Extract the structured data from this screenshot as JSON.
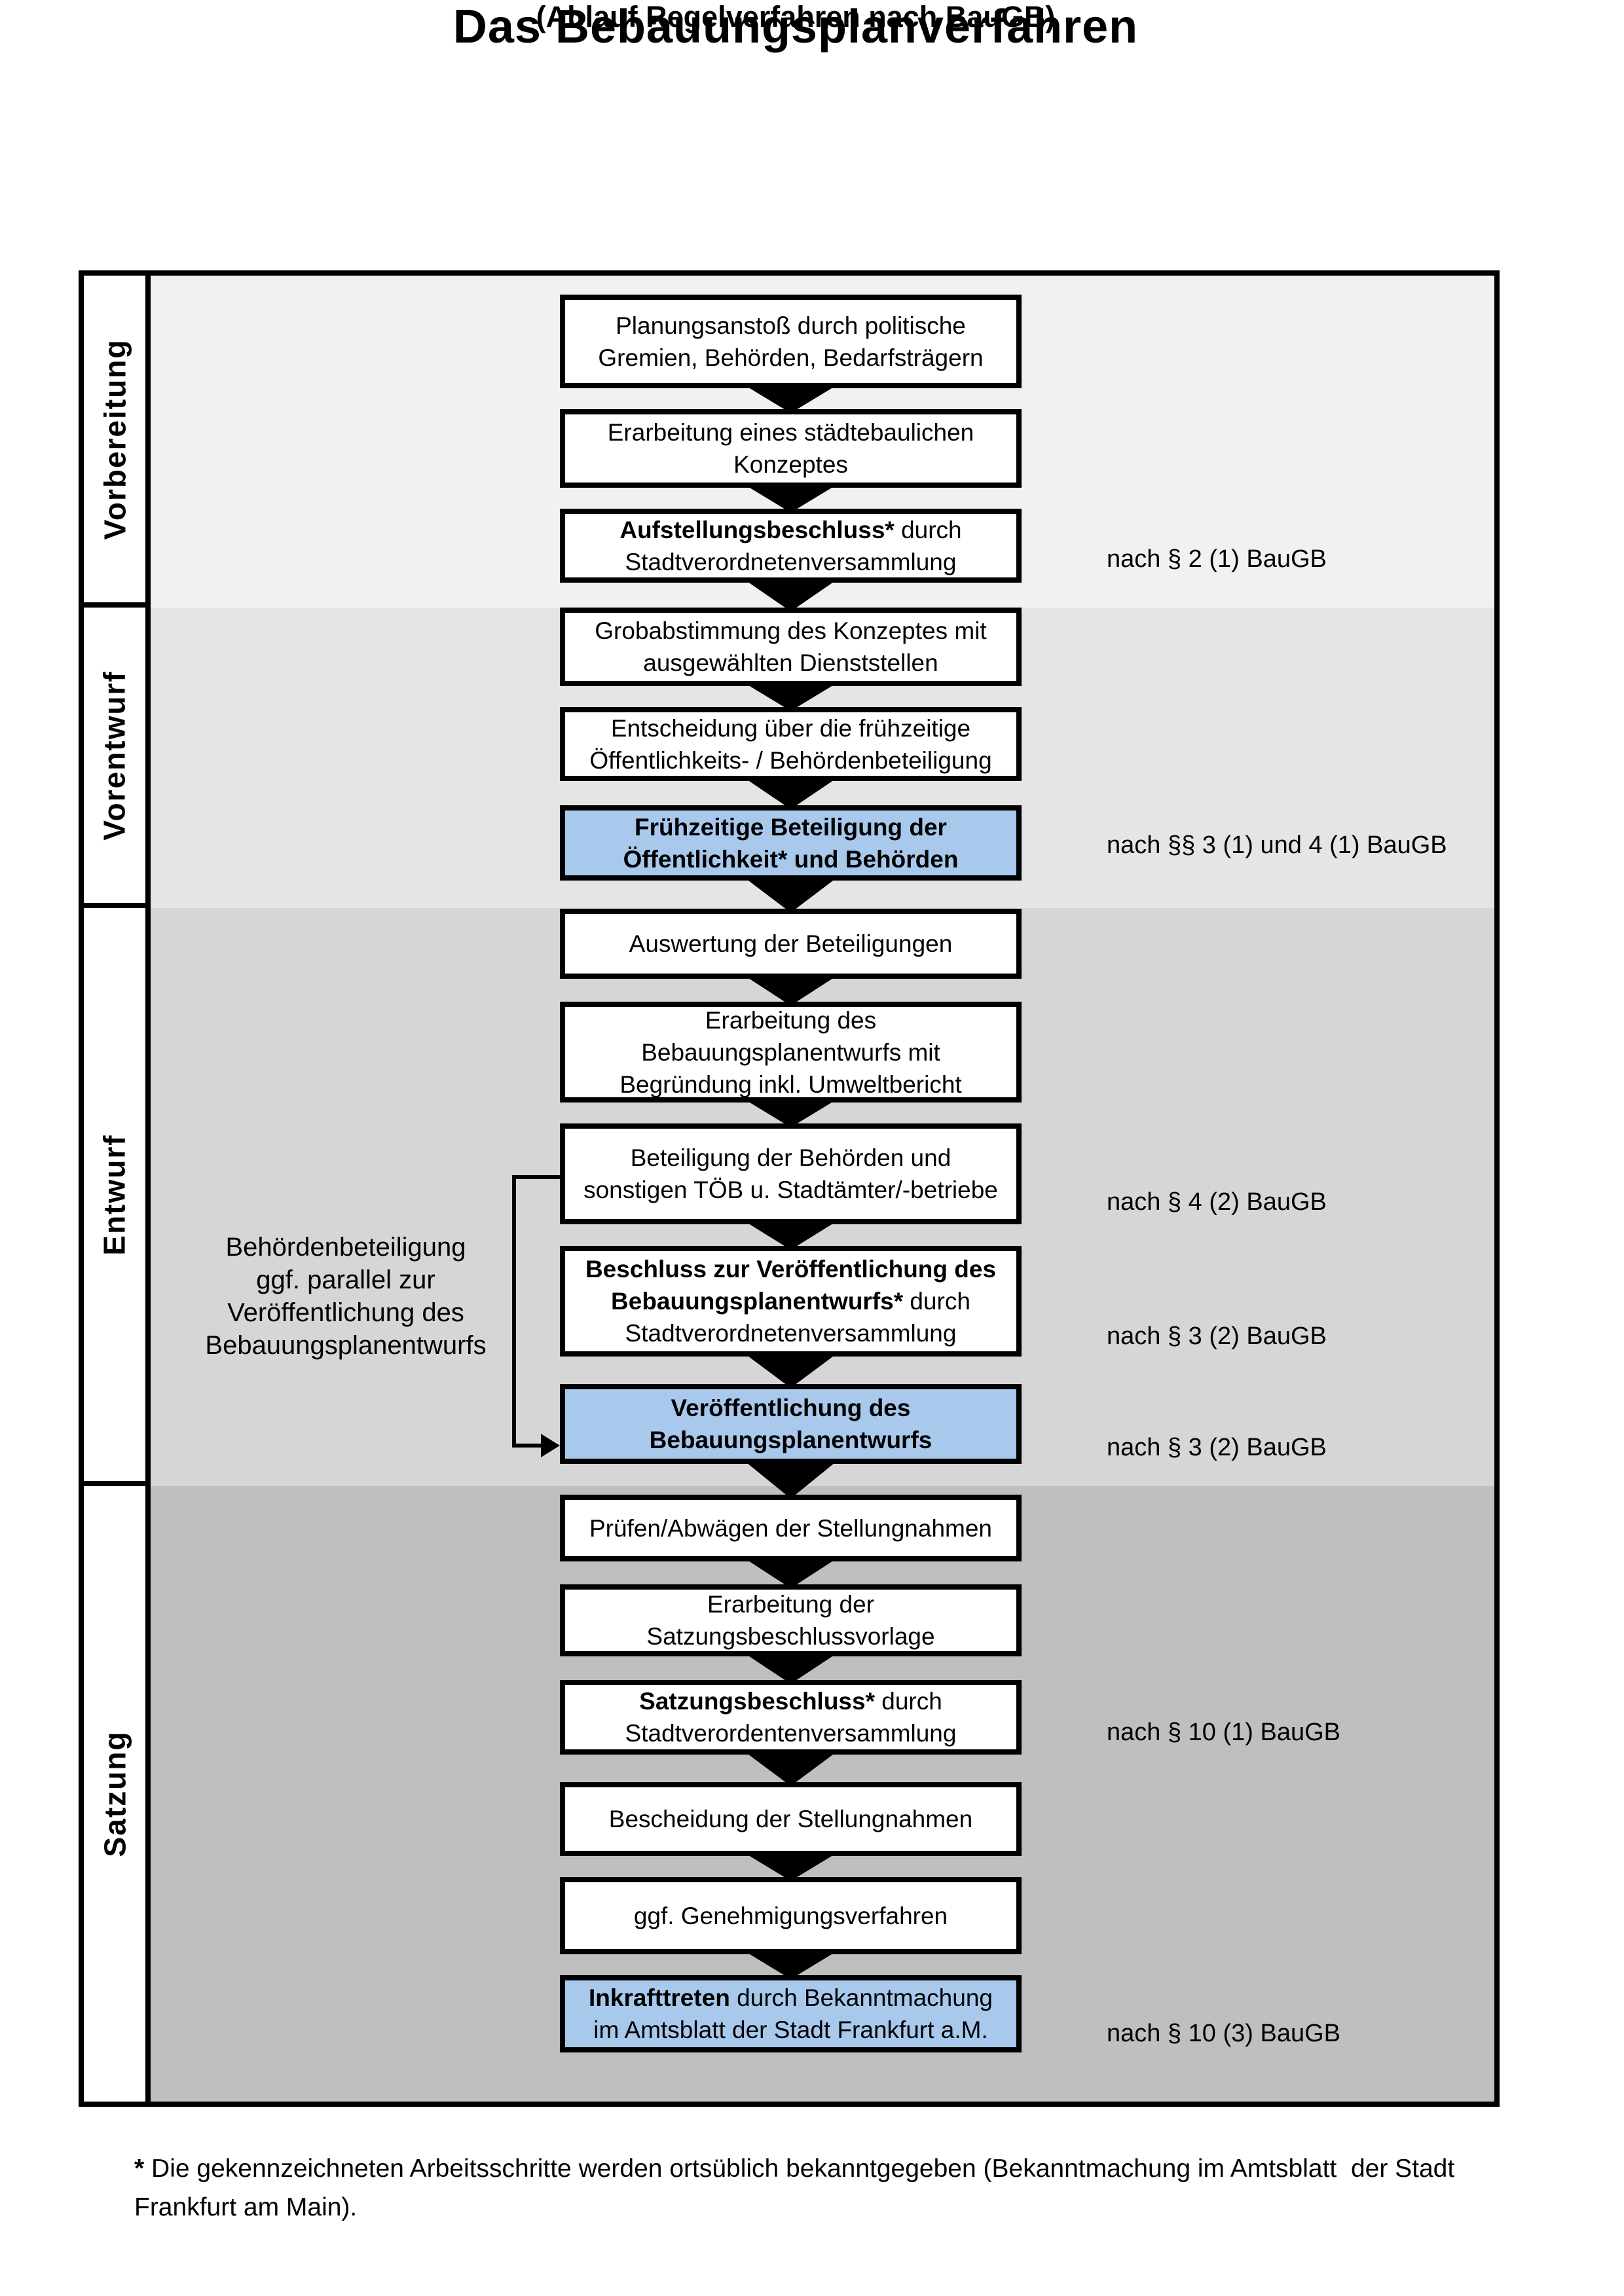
{
  "page": {
    "title": "Das Bebauungsplanverfahren",
    "subtitle": "(Ablauf Regelverfahren nach BauGB)"
  },
  "colors": {
    "highlight_blue": "#a8c8ec",
    "box_border": "#000000",
    "phase_backgrounds": [
      "#f1f1f1",
      "#e5e5e5",
      "#d6d6d6",
      "#bfbfbf"
    ]
  },
  "phases": [
    {
      "label": "Vorbereitung"
    },
    {
      "label": "Vorentwurf"
    },
    {
      "label": "Entwurf"
    },
    {
      "label": "Satzung"
    }
  ],
  "flow_boxes": [
    {
      "id": "planungsanstoss",
      "highlight": false,
      "lines": [
        [
          {
            "text": "Planungsanstoß durch politische",
            "bold": false
          }
        ],
        [
          {
            "text": "Gremien, Behörden, Bedarfsträgern",
            "bold": false
          }
        ]
      ]
    },
    {
      "id": "staedtebauliches-konzept",
      "highlight": false,
      "lines": [
        [
          {
            "text": "Erarbeitung eines städtebaulichen",
            "bold": false
          }
        ],
        [
          {
            "text": "Konzeptes",
            "bold": false
          }
        ]
      ]
    },
    {
      "id": "aufstellungsbeschluss",
      "highlight": false,
      "lines": [
        [
          {
            "text": "Aufstellungsbeschluss*",
            "bold": true
          },
          {
            "text": " durch",
            "bold": false
          }
        ],
        [
          {
            "text": "Stadtverordnetenversammlung",
            "bold": false
          }
        ]
      ]
    },
    {
      "id": "grobabstimmung",
      "highlight": false,
      "lines": [
        [
          {
            "text": "Grobabstimmung des Konzeptes mit",
            "bold": false
          }
        ],
        [
          {
            "text": "ausgewählten Dienststellen",
            "bold": false
          }
        ]
      ]
    },
    {
      "id": "entscheidung-beteiligung",
      "highlight": false,
      "lines": [
        [
          {
            "text": "Entscheidung über die frühzeitige",
            "bold": false
          }
        ],
        [
          {
            "text": "Öffentlichkeits- / Behördenbeteiligung",
            "bold": false
          }
        ]
      ]
    },
    {
      "id": "fruehzeitige-beteiligung",
      "highlight": true,
      "lines": [
        [
          {
            "text": "Frühzeitige Beteiligung der",
            "bold": true
          }
        ],
        [
          {
            "text": "Öffentlichkeit* und Behörden",
            "bold": true
          }
        ]
      ]
    },
    {
      "id": "auswertung-beteiligungen",
      "highlight": false,
      "lines": [
        [
          {
            "text": "Auswertung der Beteiligungen",
            "bold": false
          }
        ]
      ]
    },
    {
      "id": "erarbeitung-bebauungsplanentwurf",
      "highlight": false,
      "lines": [
        [
          {
            "text": "Erarbeitung des",
            "bold": false
          }
        ],
        [
          {
            "text": "Bebauungsplanentwurfs mit",
            "bold": false
          }
        ],
        [
          {
            "text": "Begründung inkl. Umweltbericht",
            "bold": false
          }
        ]
      ]
    },
    {
      "id": "behoerdenbeteiligung",
      "highlight": false,
      "lines": [
        [
          {
            "text": "Beteiligung der Behörden und",
            "bold": false
          }
        ],
        [
          {
            "text": "sonstigen TÖB u. Stadtämter/-betriebe",
            "bold": false
          }
        ]
      ]
    },
    {
      "id": "veroeffentlichungsbeschluss",
      "highlight": false,
      "lines": [
        [
          {
            "text": "Beschluss zur Veröffentlichung des",
            "bold": true
          }
        ],
        [
          {
            "text": "Bebauungsplanentwurfs*",
            "bold": true
          },
          {
            "text": " durch",
            "bold": false
          }
        ],
        [
          {
            "text": "Stadtverordnetenversammlung",
            "bold": false
          }
        ]
      ]
    },
    {
      "id": "veroeffentlichung-entwurf",
      "highlight": true,
      "lines": [
        [
          {
            "text": "Veröffentlichung des",
            "bold": true
          }
        ],
        [
          {
            "text": "Bebauungsplanentwurfs",
            "bold": true
          }
        ]
      ]
    },
    {
      "id": "pruefen-abwaegen",
      "highlight": false,
      "lines": [
        [
          {
            "text": "Prüfen/Abwägen der Stellungnahmen",
            "bold": false
          }
        ]
      ]
    },
    {
      "id": "satzungsbeschlussvorlage",
      "highlight": false,
      "lines": [
        [
          {
            "text": "Erarbeitung der",
            "bold": false
          }
        ],
        [
          {
            "text": "Satzungsbeschlussvorlage",
            "bold": false
          }
        ]
      ]
    },
    {
      "id": "satzungsbeschluss",
      "highlight": false,
      "lines": [
        [
          {
            "text": "Satzungsbeschluss*",
            "bold": true
          },
          {
            "text": " durch",
            "bold": false
          }
        ],
        [
          {
            "text": "Stadtverordentenversammlung",
            "bold": false
          }
        ]
      ]
    },
    {
      "id": "bescheidung-stellungnahmen",
      "highlight": false,
      "lines": [
        [
          {
            "text": "Bescheidung der Stellungnahmen",
            "bold": false
          }
        ]
      ]
    },
    {
      "id": "genehmigungsverfahren",
      "highlight": false,
      "lines": [
        [
          {
            "text": "ggf. Genehmigungsverfahren",
            "bold": false
          }
        ]
      ]
    },
    {
      "id": "inkrafttreten",
      "highlight": true,
      "lines": [
        [
          {
            "text": "Inkrafttreten",
            "bold": true
          },
          {
            "text": " durch Bekanntmachung",
            "bold": false
          }
        ],
        [
          {
            "text": "im Amtsblatt der Stadt Frankfurt a.M.",
            "bold": false
          }
        ]
      ]
    }
  ],
  "annotations": [
    "nach § 2 (1) BauGB",
    "nach §§ 3 (1) und 4 (1) BauGB",
    "nach § 4 (2) BauGB",
    "nach § 3 (2) BauGB",
    "nach § 3 (2) BauGB",
    "nach § 10 (1) BauGB",
    "nach § 10 (3) BauGB"
  ],
  "side_note": {
    "lines": [
      "Behördenbeteiligung",
      "ggf. parallel zur",
      "Veröffentlichung des",
      "Bebauungsplanentwurfs"
    ]
  },
  "footnote": {
    "lines": [
      [
        {
          "text": "*",
          "bold": true
        },
        {
          "text": " Die gekennzeichneten Arbeitsschritte werden ortsüblich bekanntgegeben (Bekanntmachung im Amtsblatt  der Stadt",
          "bold": false
        }
      ],
      [
        {
          "text": "Frankfurt am Main).",
          "bold": false
        }
      ]
    ]
  }
}
